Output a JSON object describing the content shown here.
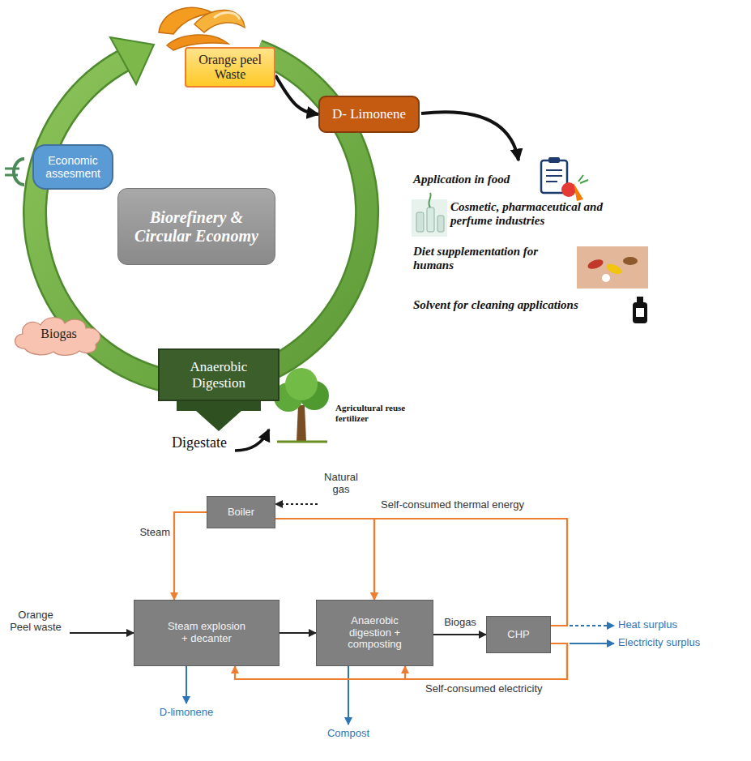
{
  "diagram": {
    "nodes": [
      {
        "text": [
          "Orange peel Waste"
        ]
      },
      {
        "text": [
          "D- Limonene"
        ]
      },
      {
        "text": [
          "Economic assesment"
        ]
      },
      {
        "text": [
          "Biorefinery & Circular Economy"
        ]
      },
      {
        "text": [
          "Biogas"
        ]
      },
      {
        "text": [
          "Anaerobic Digestion"
        ]
      },
      {
        "text": [
          "Boiler"
        ]
      },
      {
        "text": [
          "Steam explosion + decanter"
        ]
      },
      {
        "text": [
          "Anaerobic digestion + composting"
        ]
      },
      {
        "text": [
          "CHP"
        ]
      }
    ],
    "edges": [
      {
        "from": 0,
        "to": 1,
        "arrow": "to"
      },
      {
        "from": 6,
        "to": 7,
        "label": "Steam",
        "arrow": "to"
      },
      {
        "from": 7,
        "to": 8,
        "arrow": "to"
      },
      {
        "from": 8,
        "to": 9,
        "label": "Biogas",
        "arrow": "to"
      },
      {
        "from": 6,
        "to": 8,
        "arrow": "to"
      },
      {
        "from": 9,
        "to": 8,
        "arrow": "to"
      },
      {
        "from": 9,
        "to": 7,
        "arrow": "to"
      },
      {
        "from": 9,
        "to": 8,
        "arrow": "to"
      }
    ],
    "labels": [
      "Application in food",
      "Cosmetic, pharmaceutical and perfume industries",
      "Diet supplementation for humans",
      "Solvent for cleaning applications",
      "Digestate",
      "Agricultural reuse fertilizer",
      "Natural gas",
      "Self-consumed thermal energy",
      "Orange Peel waste",
      "Heat surplus",
      "Electricity surplus",
      "D-limonene",
      "Compost",
      "Self-consumed electricity"
    ]
  }
}
